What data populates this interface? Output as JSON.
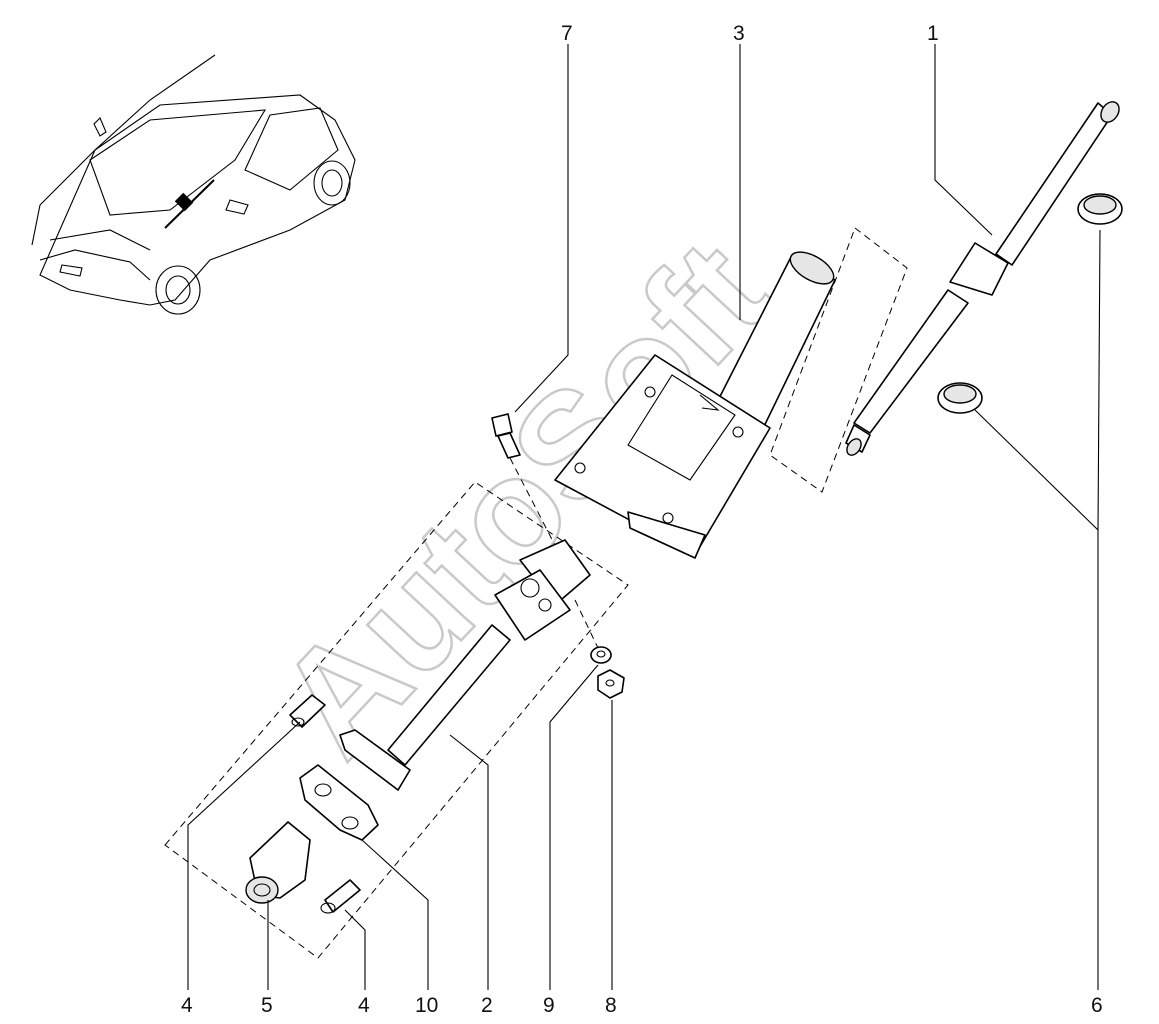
{
  "diagram": {
    "watermark": "AutoSoft",
    "callouts": [
      {
        "id": "c1",
        "label": "1"
      },
      {
        "id": "c2",
        "label": "2"
      },
      {
        "id": "c3",
        "label": "3"
      },
      {
        "id": "c4a",
        "label": "4"
      },
      {
        "id": "c4b",
        "label": "4"
      },
      {
        "id": "c5",
        "label": "5"
      },
      {
        "id": "c6",
        "label": "6"
      },
      {
        "id": "c7",
        "label": "7"
      },
      {
        "id": "c8",
        "label": "8"
      },
      {
        "id": "c9",
        "label": "9"
      },
      {
        "id": "c10",
        "label": "10"
      }
    ]
  }
}
